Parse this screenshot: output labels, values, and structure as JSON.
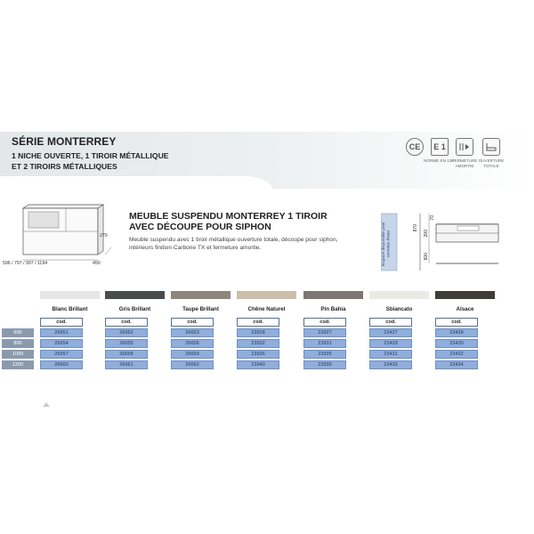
{
  "header": {
    "series_title": "SÉRIE MONTERREY",
    "subtitle_lines": [
      "1 NICHE OUVERTE, 1 TIROIR MÉTALLIQUE",
      "ET 2 TIROIRS MÉTALLIQUES"
    ]
  },
  "certifications": [
    {
      "icon": "ce-mark-icon",
      "symbol": "CE",
      "caption": ""
    },
    {
      "icon": "e1-label-icon",
      "symbol": "E 1",
      "caption": "NORME EN 120"
    },
    {
      "icon": "soft-close-icon",
      "symbol": "",
      "caption": "FERMETURE AMORTIE"
    },
    {
      "icon": "full-extension-icon",
      "symbol": "",
      "caption": "OUVERTURE TOTALE"
    }
  ],
  "product": {
    "title_lines": [
      "MEUBLE SUSPENDU MONTERREY 1 TIROIR",
      "AVEC DÉCOUPE POUR SIPHON"
    ],
    "description": "Meuble suspendu avec 1 tiroir métallique ouverture totale, découpe pour siphon, intérieurs finition Carbone TX et fermeture amortie."
  },
  "dimensions": {
    "widths": "596 / 797 / 997 / 1194",
    "depth": "450",
    "height": "270"
  },
  "tech_drawing": {
    "side_label": "Espace disponible pour arrivées d'eau",
    "dims": [
      "870",
      "200",
      "70",
      "600"
    ]
  },
  "table": {
    "code_header": "cod.",
    "sizes": [
      "600",
      "800",
      "1000",
      "1200"
    ],
    "columns": [
      {
        "name": "Blanc Brillant",
        "swatch": "#e6e6e6",
        "codes": [
          "26651",
          "26654",
          "26657",
          "26660"
        ]
      },
      {
        "name": "Gris Brillant",
        "swatch": "#4a4b4c",
        "codes": [
          "26652",
          "26655",
          "26658",
          "26661"
        ]
      },
      {
        "name": "Taupe Brillant",
        "swatch": "#8e857c",
        "codes": [
          "26653",
          "26656",
          "26659",
          "26662"
        ]
      },
      {
        "name": "Chêne Naturel",
        "swatch": "#cbbfaa",
        "codes": [
          "23928",
          "23932",
          "23936",
          "23940"
        ]
      },
      {
        "name": "Pin Bahia",
        "swatch": "#7c7776",
        "codes": [
          "23927",
          "23931",
          "23935",
          "23939"
        ]
      },
      {
        "name": "Sbiancato",
        "swatch": "#eceae6",
        "codes": [
          "23427",
          "23429",
          "23431",
          "23433"
        ]
      },
      {
        "name": "Alsace",
        "swatch": "#3e3d3c",
        "codes": [
          "23428",
          "23430",
          "23432",
          "23434"
        ]
      }
    ]
  },
  "colors": {
    "cell_blue": "#8faedb",
    "size_gray": "#8a9aad",
    "header_band": "#e4e7e8"
  }
}
